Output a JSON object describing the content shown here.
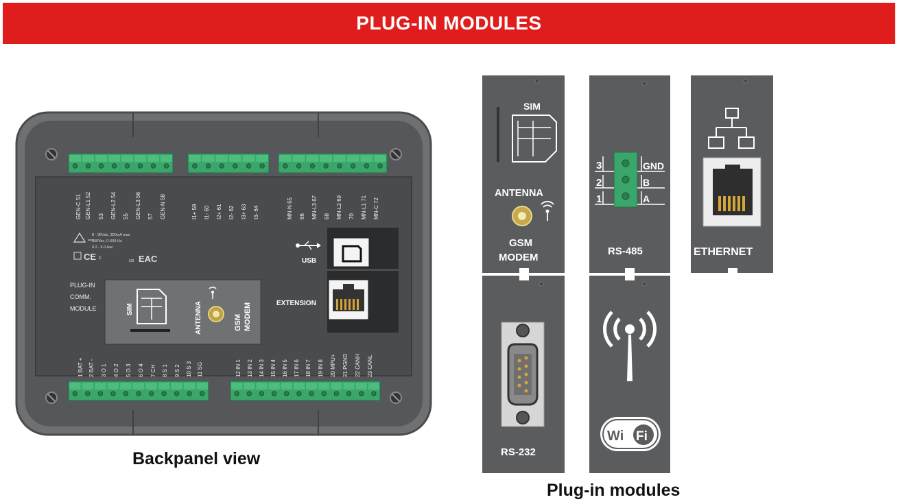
{
  "header": {
    "title": "PLUG-IN MODULES"
  },
  "captions": {
    "backpanel": "Backpanel view",
    "modules": "Plug-in modules"
  },
  "backpanel": {
    "top_labels": [
      "GEN-C 51",
      "GEN-L1 52",
      "53",
      "GEN-L2 54",
      "55",
      "GEN-L3 56",
      "57",
      "GEN-N 58",
      "I1+ 59",
      "I1- 60",
      "I2+ 61",
      "I2- 62",
      "I3+ 63",
      "I3- 64",
      "MN-N 65",
      "66",
      "MN-L3 67",
      "68",
      "MN-L2 69",
      "70",
      "MN-L1 71",
      "MN-C 72"
    ],
    "bottom_labels": [
      "1 BAT +",
      "2 BAT -",
      "3 O 1",
      "4 O 2",
      "5 O 3",
      "6 O 4",
      "7 CH",
      "8 S 1",
      "9 S 2",
      "10 S 3",
      "11 SG",
      "12 IN 1",
      "13 IN 2",
      "14 IN 3",
      "15 IN 4",
      "16 IN 5",
      "17 IN 6",
      "18 IN 7",
      "19 IN 8",
      "20 MPU+",
      "21 PGND",
      "22 CANH",
      "23 CANL"
    ],
    "ratings": [
      "8 - 36Vdc, 300mA max",
      "300Vac, 0-600 Hz",
      "0.2 - 6.0 Aac"
    ],
    "cert_c": "c",
    "cert_us": "us",
    "cert_eac": "EAC",
    "usb_label": "USB",
    "extension_label": "EXTENSION",
    "plugin_label": [
      "PLUG-IN",
      "COMM.",
      "MODULE"
    ],
    "sim_label": "SIM",
    "antenna_label": "ANTENNA",
    "gsm_label": [
      "GSM",
      "MODEM"
    ]
  },
  "modules": {
    "gsm": {
      "sim": "SIM",
      "antenna": "ANTENNA",
      "name": [
        "GSM",
        "MODEM"
      ]
    },
    "rs485": {
      "pins": [
        "3",
        "2",
        "1"
      ],
      "signals": [
        "GND",
        "B",
        "A"
      ],
      "name": "RS-485"
    },
    "ethernet": {
      "name": "ETHERNET"
    },
    "rs232": {
      "name": "RS-232"
    },
    "wifi": {
      "badge_left": "Wi",
      "badge_right": "Fi"
    }
  },
  "colors": {
    "banner": "#e01d1d",
    "module": "#5b5c5e",
    "panel": "#4d4e50",
    "connector": "#3aa66a"
  }
}
